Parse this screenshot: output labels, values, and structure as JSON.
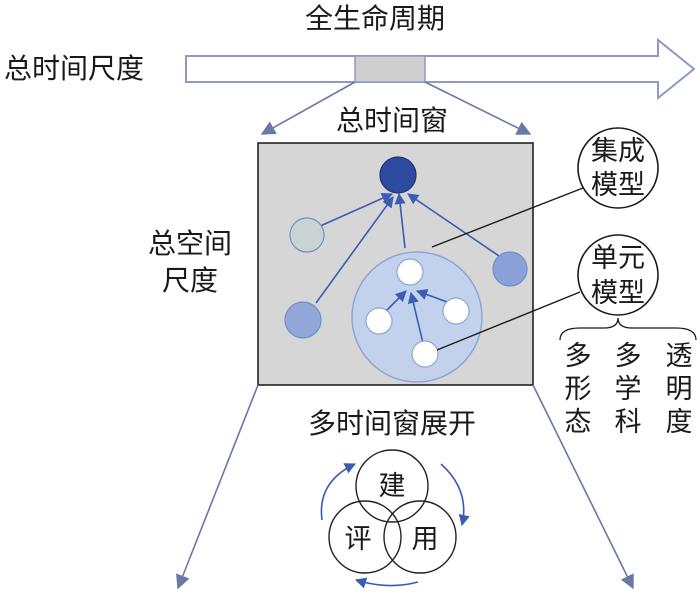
{
  "labels": {
    "lifecycle": "全生命周期",
    "total_time_scale": "总时间尺度",
    "total_time_window": "总时间窗",
    "total_space_scale_line1": "总空间",
    "total_space_scale_line2": "尺度",
    "multi_time_window": "多时间窗展开"
  },
  "callouts": {
    "integrated_model_line1": "集成",
    "integrated_model_line2": "模型",
    "unit_model_line1": "单元",
    "unit_model_line2": "模型"
  },
  "attributes": [
    {
      "line1": "多",
      "line2": "形",
      "line3": "态"
    },
    {
      "line1": "多",
      "line2": "学",
      "line3": "科"
    },
    {
      "line1": "透",
      "line2": "明",
      "line3": "度"
    }
  ],
  "cycle": {
    "build": "建",
    "evaluate": "评",
    "use": "用"
  }
}
